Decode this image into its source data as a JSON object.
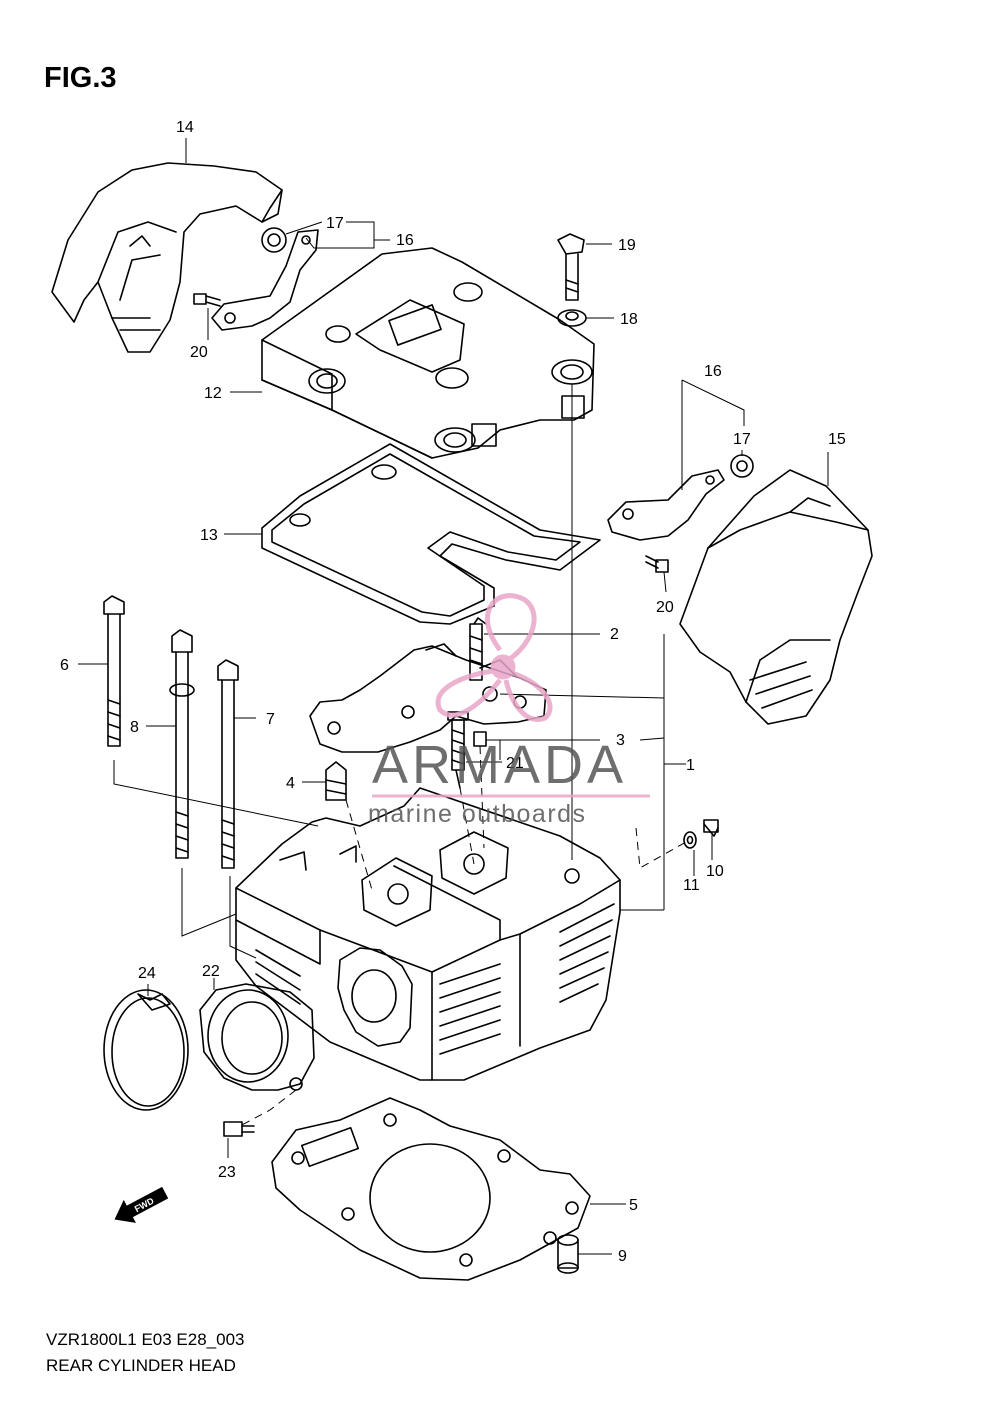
{
  "figure": {
    "title": "FIG.3",
    "model_code": "VZR1800L1 E03 E28_003",
    "name": "REAR CYLINDER HEAD"
  },
  "watermark": {
    "brand": "ARMADA",
    "tagline": "marine outboards",
    "color": "#e8a6c8"
  },
  "fwd_label": "FWD",
  "callouts": {
    "c1": "1",
    "c2": "2",
    "c3": "3",
    "c4": "4",
    "c5": "5",
    "c6": "6",
    "c7": "7",
    "c8": "8",
    "c9": "9",
    "c10": "10",
    "c11": "11",
    "c12": "12",
    "c13": "13",
    "c14": "14",
    "c15": "15",
    "c16a": "16",
    "c16b": "16",
    "c17a": "17",
    "c17b": "17",
    "c18": "18",
    "c19": "19",
    "c20a": "20",
    "c20b": "20",
    "c21": "21",
    "c22": "22",
    "c23": "23",
    "c24": "24"
  }
}
